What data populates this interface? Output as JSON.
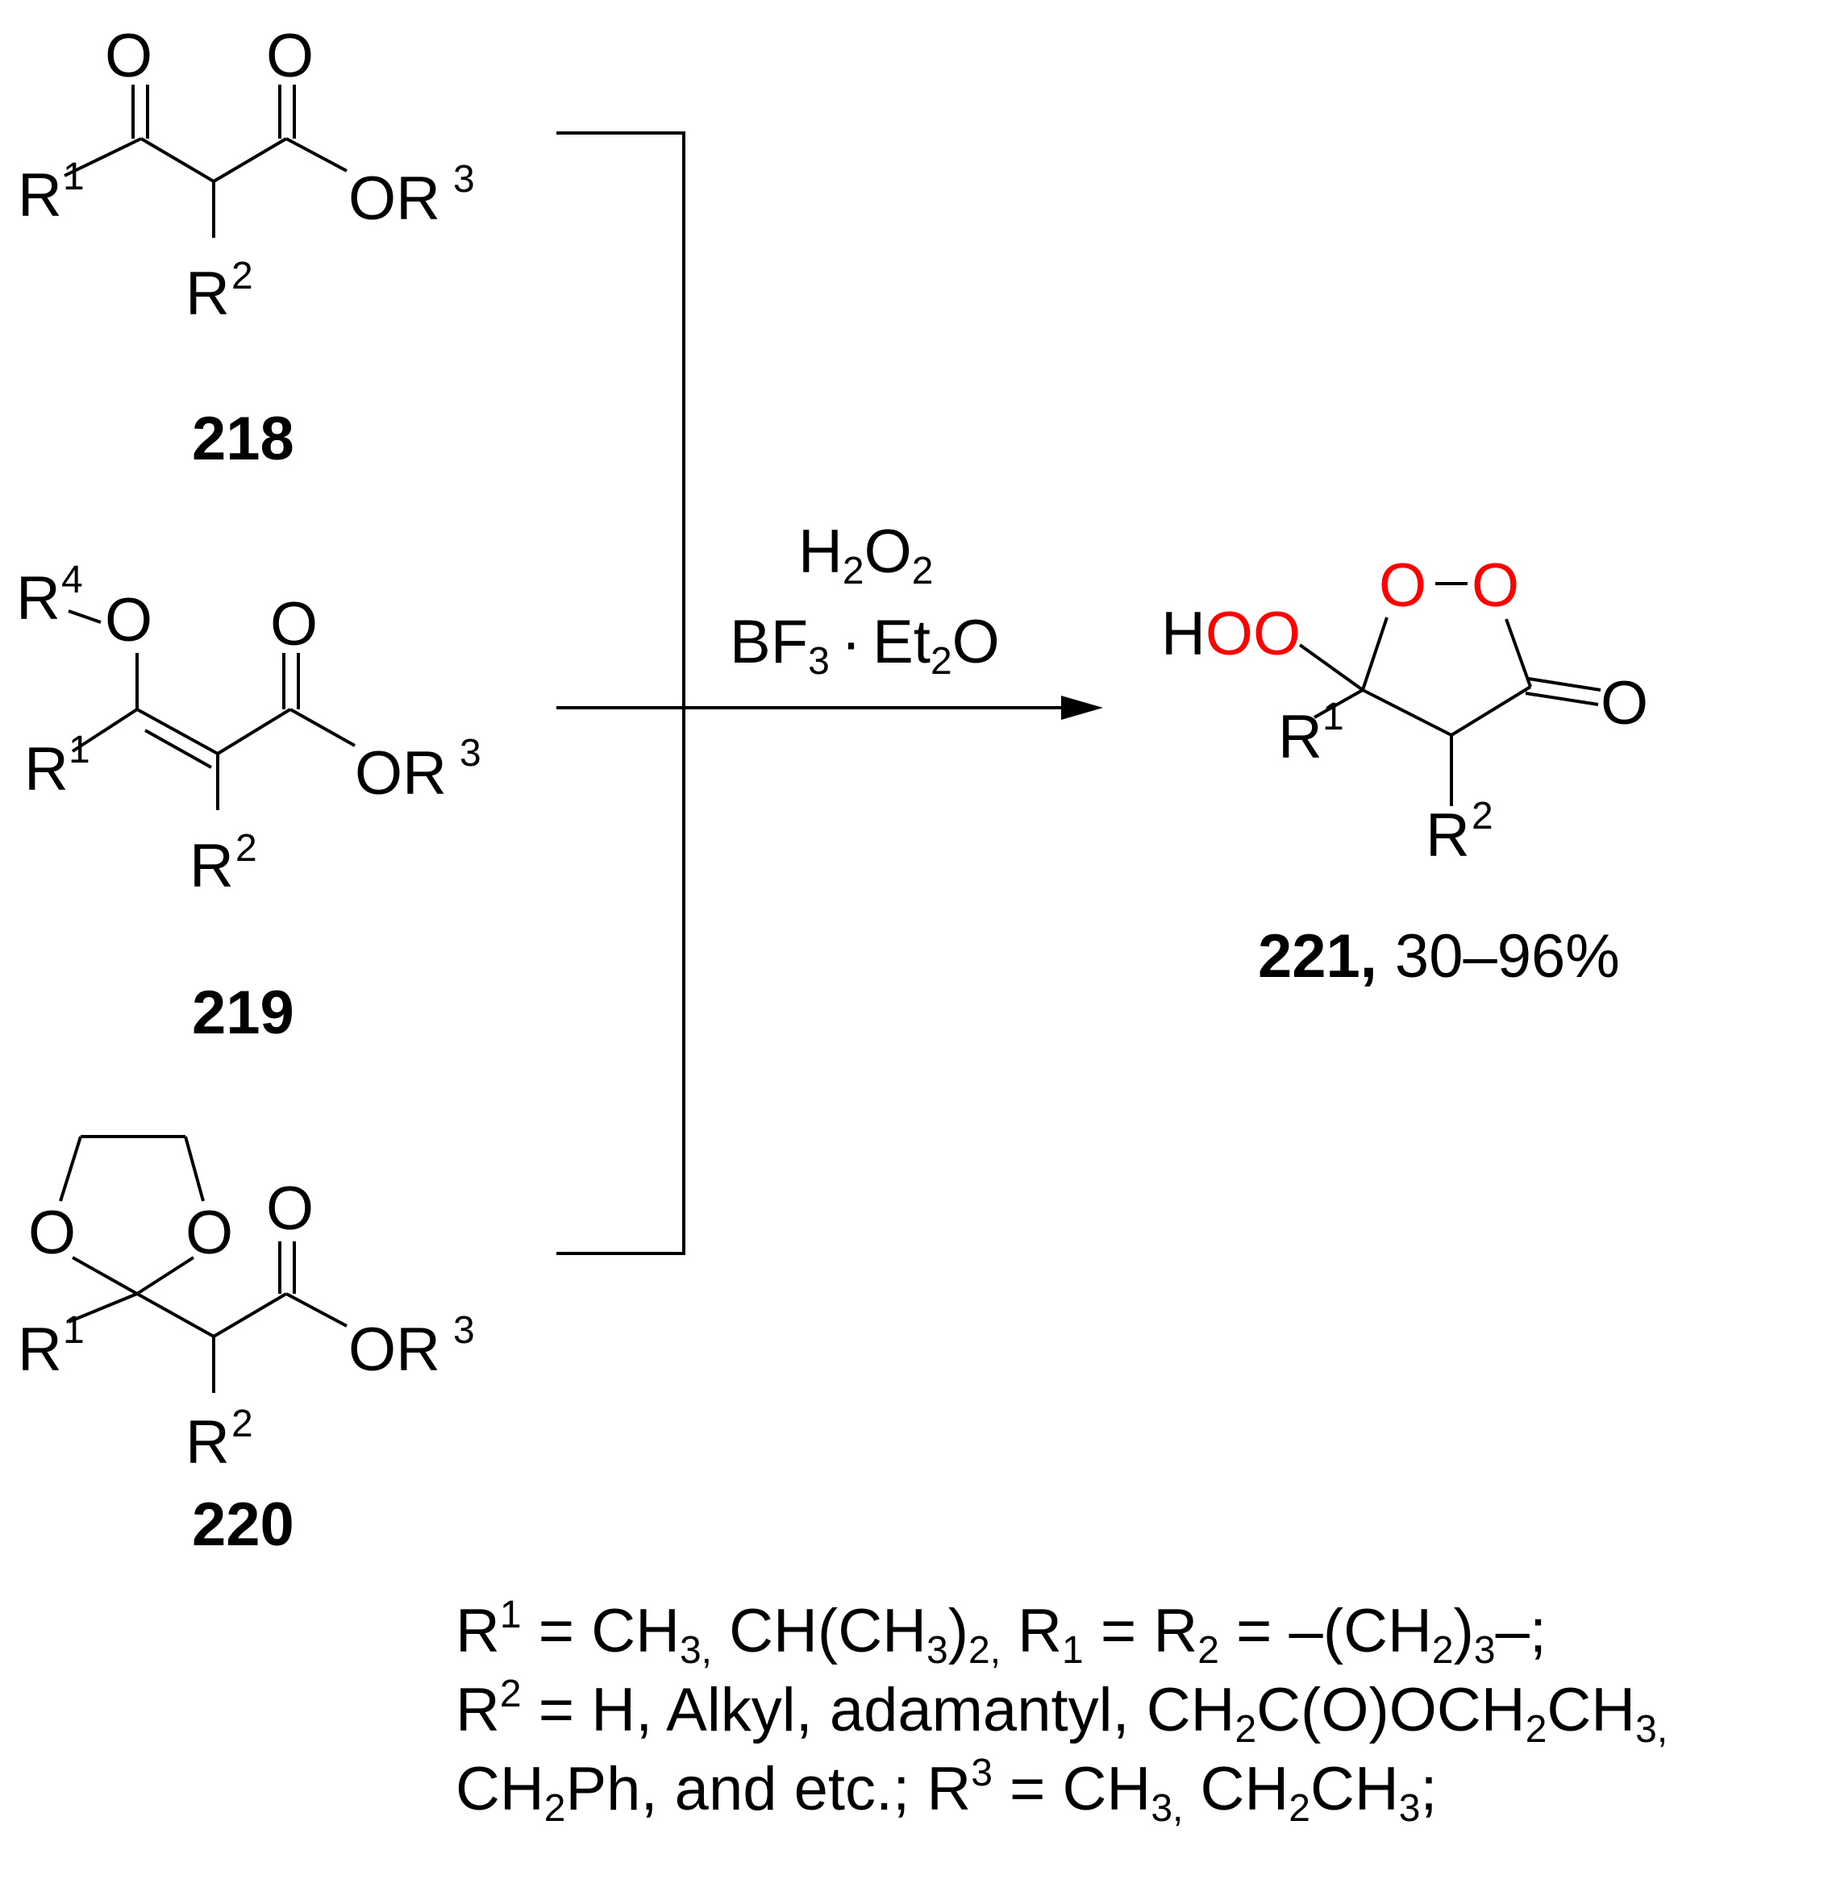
{
  "compounds": {
    "c218": "218",
    "c219": "219",
    "c220": "220",
    "c221": "221,",
    "yield": "30–96%"
  },
  "atoms": {
    "O": "O",
    "OR": "OR",
    "R": "R",
    "H": "H",
    "one": "1",
    "two": "2",
    "three": "3",
    "four": "4"
  },
  "reagents": {
    "h2o2_H": "H",
    "h2o2_O": "O",
    "sub2": "2",
    "bf": "BF",
    "sub3": "3",
    "dot": "·",
    "et": "Et",
    "o": "O"
  },
  "substituents": {
    "line1": {
      "r": "R",
      "sup": "1",
      "t1": " = CH",
      "s1": "3,",
      "t2": " CH(CH",
      "s2": "3",
      "t3": ")",
      "s3": "2,",
      "t4": " R",
      "s4": "1",
      "t5": " = R",
      "s5": "2",
      "t6": " = –(CH",
      "s6": "2",
      "t7": ")",
      "s7": "3",
      "t8": "–;"
    },
    "line2": {
      "r": "R",
      "sup": "2",
      "t1": " = H, Alkyl, adamantyl, CH",
      "s1": "2",
      "t2": "C(O)OCH",
      "s2": "2",
      "t3": "CH",
      "s3": "3,"
    },
    "line3": {
      "t0": "CH",
      "s0": "2",
      "t1": "Ph, and etc.; R",
      "sup": "3",
      "t2": " = CH",
      "s2": "3,",
      "t3": " CH",
      "s3": "2",
      "t4": "CH",
      "s4": "3",
      "t5": ";"
    }
  }
}
